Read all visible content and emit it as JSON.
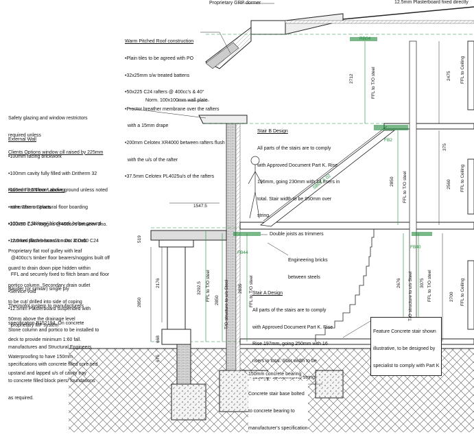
{
  "notes": {
    "top_label": "Proprietary GRP dormer",
    "top_right": "12.5mm Plasterboard fixed directly",
    "roof": {
      "heading": "Warm Pitched Roof construction",
      "lines": [
        "•Plain tiles to be agreed with PO",
        "•32x25mm s/w treated battens",
        "•50x225 C24 rafters @ 400cc's & 40°",
        "•Proctor breather membrane over the rafters",
        "  with a 15mm drape",
        "•200mm Celotex XR4000 between rafters flush",
        "  with the u/s of the rafter",
        "•37.5mm Celotex PL4025u/s of the rafters"
      ]
    },
    "wall_plate": "Norm. 100x100mm wall plate",
    "safety": [
      "Safety glazing and window restrictors",
      "required unless",
      "Clients Options window cill raised by 225mm"
    ],
    "external_wall": {
      "heading": "External Wall",
      "lines": [
        "•100mm facing brickwork",
        "•100mm cavity fully filled with Dritherm 32",
        "•100mm 3.5N/mm² above ground unless noted",
        "  otherwise on plans",
        "•100mm 7.3N/mm² blockwork below ground",
        "•12.5mm plaster board on Dot & Dab"
      ]
    },
    "raised_floor": {
      "heading": "Raised First Floor Landing",
      "lines": [
        "•nom. 25mm Structural floor boarding",
        "•200x50 C24 Noggins @400cc's between 2no.",
        "  cranked flitch beams & nom. 150x50 C24",
        "  @400cc's timber floor bearers/noggins built off",
        "  FFL and securely fixed to flitch beam and floor",
        "•Service void",
        "•12.5mm Plasterboard suspended with",
        "  proprietary MF system"
      ]
    },
    "flat_roof": [
      "Proprietary flat roof gulley with leaf",
      "guard to drain down pipe hidden within",
      "portico column. Secondary drain outlet",
      "to be cut/ drilled into side of coping",
      "50mm above the drainage level"
    ],
    "bauder": [
      "Bauder (or similar) single ply",
      "Thermofol system to manufacturers",
      "specification B152194. On concrete",
      "deck to provide minimum 1:60 fall.",
      "Waterproofing to have 150mm",
      "upstand and lapped u/s of cavity tray"
    ],
    "stone_column": [
      "Stone column and portico to be installed to",
      "manufactures and Structural Engineers",
      "specifications with concrete filled core tied",
      "to concrete filled block piers/ foundations",
      "as required."
    ],
    "stair_b": {
      "heading": "Stair B Design",
      "lines": [
        "All parts of the stairs are to comply",
        "with Approved Document Part K. Rise",
        "196mm, going 230mm with 14 risers in",
        "total. Stair width to be 950mm over",
        "string."
      ]
    },
    "stair_a": {
      "heading": "Stair A Design",
      "lines": [
        "All parts of the stairs are to comply",
        "with Approved Document Part K. Rise",
        "Rise 197mm, going 250mm with 16",
        "risers in total. Stair width to be",
        "1130mm-1450mm over string."
      ]
    },
    "double_joists": "Double joists as trimmers",
    "engineering_bricks": [
      "Engineering bricks",
      "between steels"
    ],
    "feature_stair": [
      "Feature Concrete stair shown",
      "illustrative, to be designed by",
      "specialist to comply with Part K"
    ],
    "bearing": "150mm concrete bearing",
    "stair_base": [
      "Concrete stair base bolted",
      "to concrete bearing to",
      "manufacturer's specification"
    ]
  },
  "dimensions": {
    "d2712": "2712",
    "d2475": "2475",
    "d375": "375",
    "d2850_mid": "2850",
    "d2560": "2560",
    "d1547": "1547.5",
    "d519": "519",
    "d2176": "2176",
    "d2850_left": "2850",
    "d668": "668",
    "d675": "675",
    "d3292": "3292.5",
    "d2850_col": "2850",
    "d2835": "2835",
    "d2676": "2676",
    "d3075": "3075",
    "d2700": "2700"
  },
  "vertical_labels": {
    "ffl_to_steel_top": "FFL to T/O steel",
    "ffl_to_ceiling_top": "FFL to Ceiling",
    "ffl_to_steel_mid": "FFL to T/O steel",
    "ffl_to_ceiling_mid": "FFL to Ceiling",
    "ffl_to_steel_low": "FFL to T/O steel",
    "to_structure_a": "T/O structure to u/s Steel",
    "to_structure_b": "T/O structure to u/s Steel",
    "ffl_to_steel_a": "FFL to T/O steel",
    "ffl_to_steel_right": "FFL to T/O steel",
    "ffl_to_ceiling_low": "FFL to Ceiling"
  },
  "tags": {
    "rb04": "RB04",
    "fb2": "FB2",
    "sb01": "SB01 & 02",
    "fb40": "FB40",
    "fb44": "FB44"
  }
}
